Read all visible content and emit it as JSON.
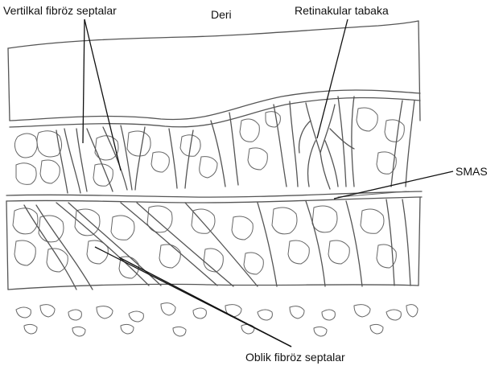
{
  "labels": {
    "vertical_septa": "Vertilkal fibröz septalar",
    "skin": "Deri",
    "retinacular": "Retinakular tabaka",
    "smas": "SMAS",
    "oblique_septa": "Oblik fibröz septalar"
  }
}
